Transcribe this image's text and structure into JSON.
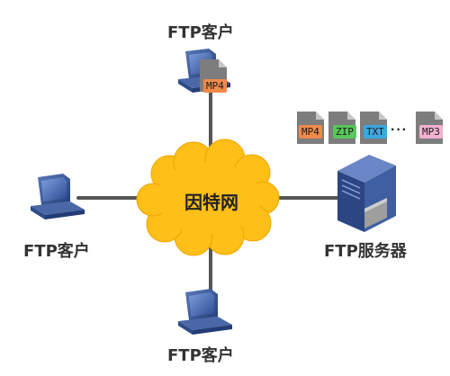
{
  "nodes": {
    "client_top": "FTP客户",
    "client_left": "FTP客户",
    "client_bottom": "FTP客户",
    "server": "FTP服务器",
    "internet": "因特网"
  },
  "client_file": {
    "label": "MP4",
    "color": "#f08a4b"
  },
  "server_files": [
    {
      "label": "MP4",
      "color": "#f08a4b"
    },
    {
      "label": "ZIP",
      "color": "#58c65a"
    },
    {
      "label": "TXT",
      "color": "#3aa7e0"
    },
    {
      "label": "MP3",
      "color": "#f4b2cf"
    }
  ],
  "ellipsis": "···",
  "colors": {
    "cloud": "#fdbf18",
    "line": "#555555",
    "computer": "#3a5a98"
  }
}
